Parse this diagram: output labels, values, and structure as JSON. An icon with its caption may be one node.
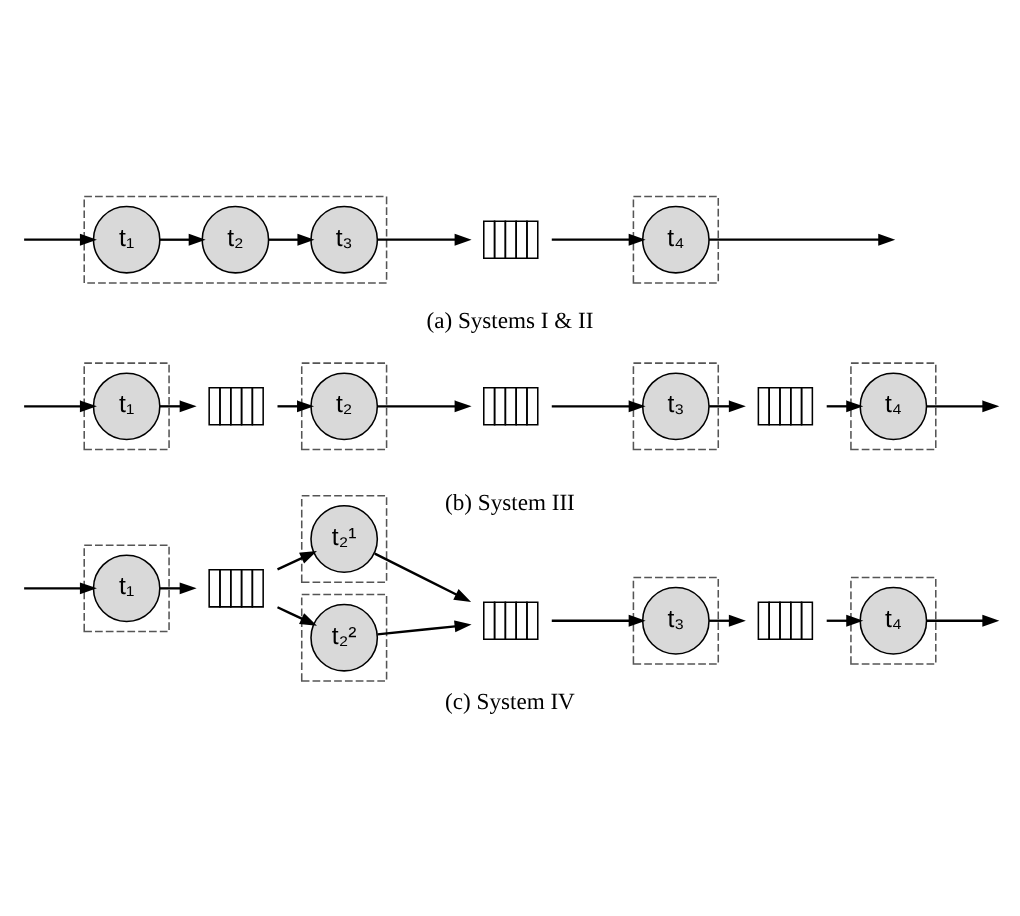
{
  "diagram": {
    "nodes": [
      {
        "text": [],
        "shape": "box"
      },
      {
        "text": [
          "t₁"
        ],
        "in": 0
      },
      {
        "text": [
          "t₂"
        ],
        "in": 0
      },
      {
        "text": [
          "t₃"
        ],
        "in": 0
      },
      {
        "text": [],
        "shape": "queue"
      },
      {
        "text": [],
        "shape": "box"
      },
      {
        "text": [
          "t₄"
        ],
        "in": 5
      },
      {
        "text": [],
        "shape": "box"
      },
      {
        "text": [
          "t₁"
        ],
        "in": 7
      },
      {
        "text": [],
        "shape": "queue"
      },
      {
        "text": [],
        "shape": "box"
      },
      {
        "text": [
          "t₂"
        ],
        "in": 10
      },
      {
        "text": [],
        "shape": "queue"
      },
      {
        "text": [],
        "shape": "box"
      },
      {
        "text": [
          "t₃"
        ],
        "in": 13
      },
      {
        "text": [],
        "shape": "queue"
      },
      {
        "text": [],
        "shape": "box"
      },
      {
        "text": [
          "t₄"
        ],
        "in": 16
      },
      {
        "text": [],
        "shape": "box"
      },
      {
        "text": [
          "t₁"
        ],
        "in": 18
      },
      {
        "text": [],
        "shape": "queue"
      },
      {
        "text": [],
        "shape": "box"
      },
      {
        "text": [
          "t₂¹"
        ],
        "in": 21
      },
      {
        "text": [],
        "shape": "box"
      },
      {
        "text": [
          "t₂²"
        ],
        "in": 23
      },
      {
        "text": [],
        "shape": "queue"
      },
      {
        "text": [],
        "shape": "box"
      },
      {
        "text": [
          "t₃"
        ],
        "in": 26
      },
      {
        "text": [],
        "shape": "queue"
      },
      {
        "text": [],
        "shape": "box"
      },
      {
        "text": [
          "t₄"
        ],
        "in": 29
      }
    ],
    "edges": [
      {
        "from": null,
        "to": 1,
        "arrow": "to"
      },
      {
        "from": 1,
        "to": 2,
        "arrow": "to"
      },
      {
        "from": 2,
        "to": 3,
        "arrow": "to"
      },
      {
        "from": 3,
        "to": 4,
        "arrow": "to"
      },
      {
        "from": 4,
        "to": 6,
        "arrow": "to"
      },
      {
        "from": 6,
        "to": null,
        "arrow": "to"
      },
      {
        "from": null,
        "to": 8,
        "arrow": "to"
      },
      {
        "from": 8,
        "to": 9,
        "arrow": "to"
      },
      {
        "from": 9,
        "to": 11,
        "arrow": "to"
      },
      {
        "from": 11,
        "to": 12,
        "arrow": "to"
      },
      {
        "from": 12,
        "to": 14,
        "arrow": "to"
      },
      {
        "from": 14,
        "to": 15,
        "arrow": "to"
      },
      {
        "from": 15,
        "to": 17,
        "arrow": "to"
      },
      {
        "from": 17,
        "to": null,
        "arrow": "to"
      },
      {
        "from": null,
        "to": 19,
        "arrow": "to"
      },
      {
        "from": 19,
        "to": 20,
        "arrow": "to"
      },
      {
        "from": 20,
        "to": 22,
        "arrow": "to"
      },
      {
        "from": 20,
        "to": 24,
        "arrow": "to"
      },
      {
        "from": 22,
        "to": 25,
        "arrow": "to"
      },
      {
        "from": 24,
        "to": 25,
        "arrow": "to"
      },
      {
        "from": 25,
        "to": 27,
        "arrow": "to"
      },
      {
        "from": 27,
        "to": 28,
        "arrow": "to"
      },
      {
        "from": 28,
        "to": 30,
        "arrow": "to"
      },
      {
        "from": 30,
        "to": null,
        "arrow": "to"
      }
    ],
    "labels": [
      "(a) Systems I & II",
      "(b) System III",
      "(c) System IV"
    ]
  }
}
